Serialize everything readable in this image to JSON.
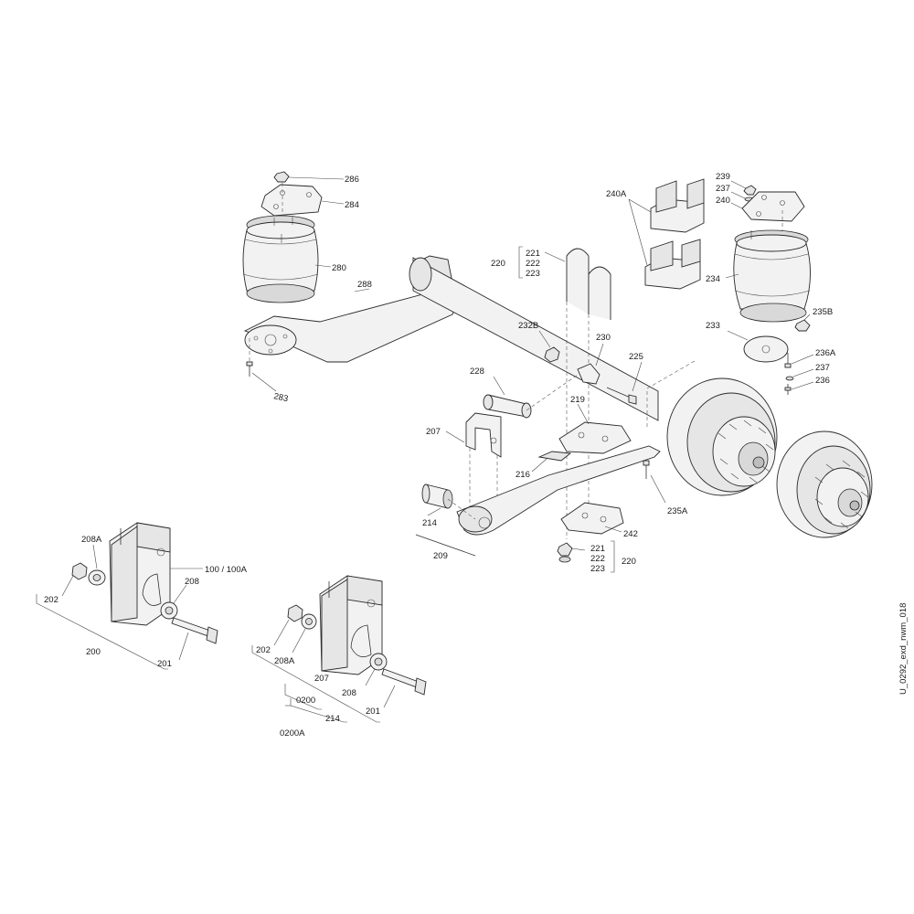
{
  "document_id": "U_0292_exd_nwm_018",
  "callouts": {
    "c286": "286",
    "c284": "284",
    "c280": "280",
    "c288": "288",
    "c283": "283",
    "c221a": "221",
    "c222a": "222",
    "c223a": "223",
    "c220a": "220",
    "c232B": "232B",
    "c230": "230",
    "c225": "225",
    "c228": "228",
    "c219": "219",
    "c207a": "207",
    "c216": "216",
    "c214a": "214",
    "c209": "209",
    "c235A": "235A",
    "c242": "242",
    "c221b": "221",
    "c222b": "222",
    "c223b": "223",
    "c220b": "220",
    "c240A": "240A",
    "c239": "239",
    "c237a": "237",
    "c240": "240",
    "c234": "234",
    "c233": "233",
    "c235B": "235B",
    "c236A": "236A",
    "c237b": "237",
    "c236": "236",
    "c208Aa": "208A",
    "c100": "100 / 100A",
    "c202a": "202",
    "c208a": "208",
    "c200": "200",
    "c201a": "201",
    "c202b": "202",
    "c208Ab": "208A",
    "c207b": "207",
    "c0200": "0200",
    "c208b": "208",
    "c201b": "201",
    "c214b": "214",
    "c0200A": "0200A"
  }
}
